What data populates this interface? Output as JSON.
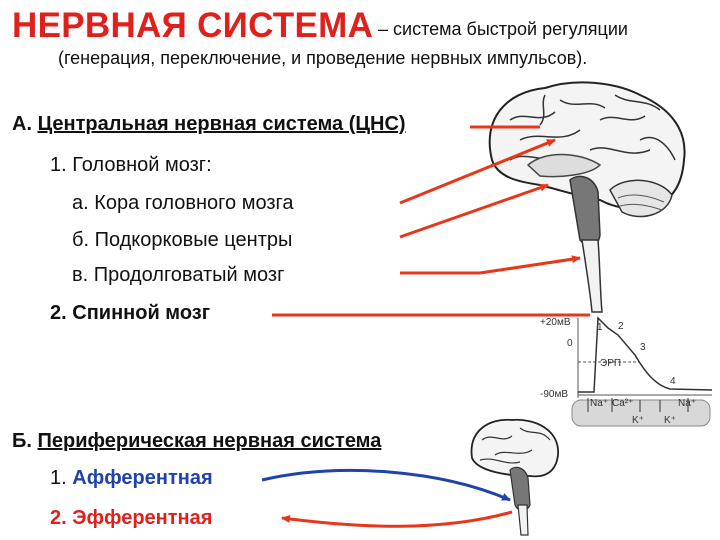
{
  "header": {
    "title": "НЕРВНАЯ СИСТЕМА",
    "title_rest": "– система быстрой регуляции",
    "subtitle": "(генерация, переключение, и проведение нервных импульсов)."
  },
  "section_a": {
    "letter": "А.",
    "label": "Центральная нервная система (ЦНС)",
    "items": [
      {
        "num": "1.",
        "label": "Головной мозг:"
      },
      {
        "num": "а.",
        "label": "Кора головного мозга"
      },
      {
        "num": "б.",
        "label": "Подкорковые центры"
      },
      {
        "num": "в.",
        "label": "Продолговатый мозг"
      },
      {
        "num": "2.",
        "label": "Спинной мозг"
      }
    ]
  },
  "section_b": {
    "letter": "Б.",
    "label": "Периферическая нервная система",
    "items": [
      {
        "num": "1.",
        "label": "Афферентная"
      },
      {
        "num": "2.",
        "label": "Эфферентная"
      }
    ]
  },
  "action_potential": {
    "top_label": "+20мВ",
    "zero_label": "0",
    "bottom_label": "-90мВ",
    "phase_labels": [
      "1",
      "2",
      "3",
      "4"
    ],
    "erp_label": "ЭРП",
    "ions": [
      "Na⁺",
      "Ca²⁺",
      "K⁺",
      "K⁺",
      "Na⁺"
    ]
  },
  "colors": {
    "title_red": "#e0201c",
    "afferent_blue": "#1f43a8",
    "arrow_red": "#e8361a",
    "text": "#111111"
  }
}
